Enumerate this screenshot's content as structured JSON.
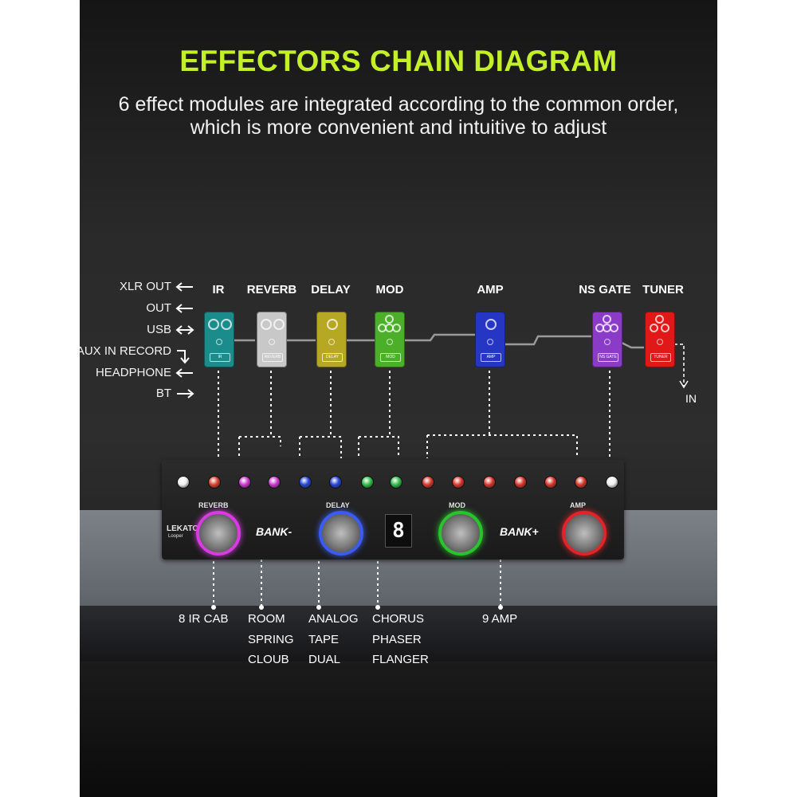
{
  "header": {
    "title": "EFFECTORS CHAIN DIAGRAM",
    "subtitle_line1": "6 effect modules are integrated according to the common order,",
    "subtitle_line2": "which is more convenient and intuitive to adjust"
  },
  "outputs": [
    "XLR OUT",
    "OUT",
    "USB",
    "AUX IN RECORD",
    "HEADPHONE",
    "BT"
  ],
  "effects": [
    {
      "label": "IR",
      "color": "#1b8c8c",
      "tag": "IR"
    },
    {
      "label": "REVERB",
      "color": "#c8c8c8",
      "tag": "REVERB"
    },
    {
      "label": "DELAY",
      "color": "#b7a823",
      "tag": "DELAY"
    },
    {
      "label": "MOD",
      "color": "#4caf2a",
      "tag": "MOD"
    },
    {
      "label": "AMP",
      "color": "#2536c4",
      "tag": "AMP"
    },
    {
      "label": "NS GATE",
      "color": "#8a3cc9",
      "tag": "NS GATE"
    },
    {
      "label": "TUNER",
      "color": "#e01818",
      "tag": "TUNER"
    }
  ],
  "input_label": "IN",
  "device": {
    "brand": "LEKATO",
    "brand_sub": "Looper",
    "bank_minus": "BANK-",
    "bank_plus": "BANK+",
    "display_value": "8",
    "fs_labels": [
      "REVERB",
      "DELAY",
      "MOD",
      "AMP"
    ],
    "fs_colors": [
      "#d83be0",
      "#3b5cf0",
      "#29c42b",
      "#e0242a"
    ],
    "knob_colors": [
      "#eeeeee",
      "#d9412c",
      "#cc37cf",
      "#cc37cf",
      "#2545d8",
      "#2545d8",
      "#2fbd47",
      "#2fbd47",
      "#d8362a",
      "#d8362a",
      "#d8362a",
      "#d8362a",
      "#d8362a",
      "#d8362a",
      "#eeeeee"
    ]
  },
  "modules": [
    {
      "lines": [
        "8 IR CAB"
      ]
    },
    {
      "lines": [
        "ROOM",
        "SPRING",
        "CLOUB"
      ]
    },
    {
      "lines": [
        "ANALOG",
        "TAPE",
        "DUAL"
      ]
    },
    {
      "lines": [
        "CHORUS",
        "PHASER",
        "FLANGER"
      ]
    },
    {
      "lines": [
        "9 AMP"
      ]
    }
  ]
}
